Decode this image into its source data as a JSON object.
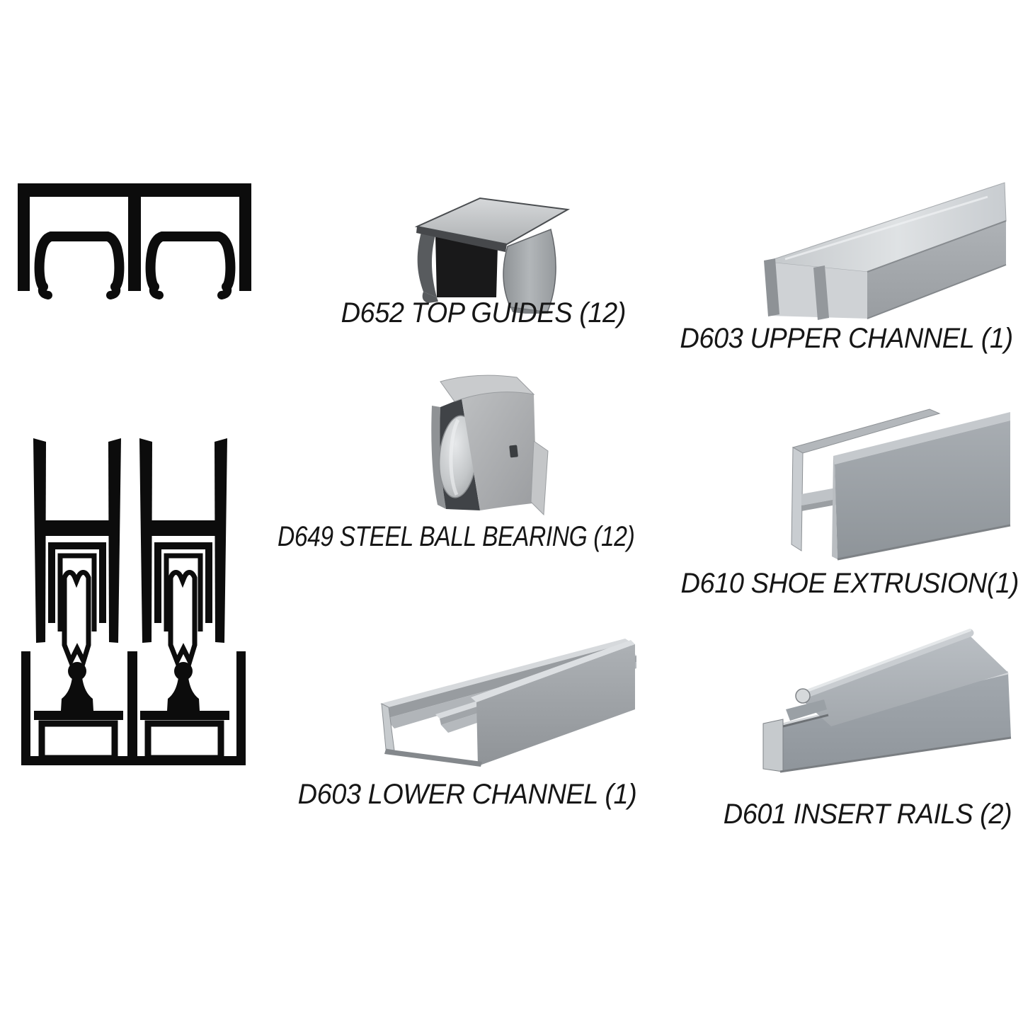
{
  "parts": [
    {
      "label": "D652 TOP GUIDES (12)"
    },
    {
      "label": "D603 UPPER CHANNEL (1)"
    },
    {
      "label": "D649 STEEL BALL BEARING (12)"
    },
    {
      "label": "D610 SHOE EXTRUSION(1)"
    },
    {
      "label": "D603 LOWER CHANNEL (1)"
    },
    {
      "label": "D601 INSERT RAILS (2)"
    }
  ],
  "colors": {
    "background": "#ffffff",
    "diagram_ink": "#0c0c0c",
    "label_text": "#161616",
    "metal_light": "#d6d9dc",
    "metal_mid": "#a7abaf",
    "metal_dark": "#8f9397"
  }
}
